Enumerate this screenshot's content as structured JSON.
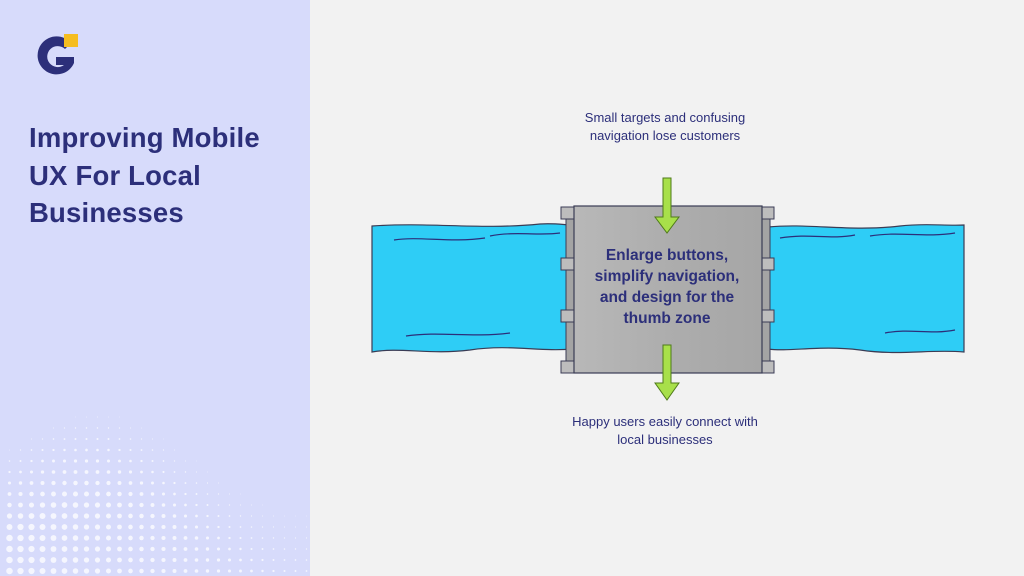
{
  "brand": {
    "logo_icon": "g-letter-logo-icon",
    "primary_color": "#2c2f7a",
    "accent_color": "#f5bd1f"
  },
  "page": {
    "title": "Improving Mobile UX For Local Businesses"
  },
  "diagram": {
    "input_caption": "Small targets and confusing navigation lose customers",
    "filter_text": "Enlarge buttons, simplify navigation, and design for the thumb zone",
    "output_caption": "Happy users easily connect with local businesses",
    "water_color": "#2ecdf6",
    "arrow_color": "#a8e04a",
    "filter_color": "#b2b2b2"
  }
}
